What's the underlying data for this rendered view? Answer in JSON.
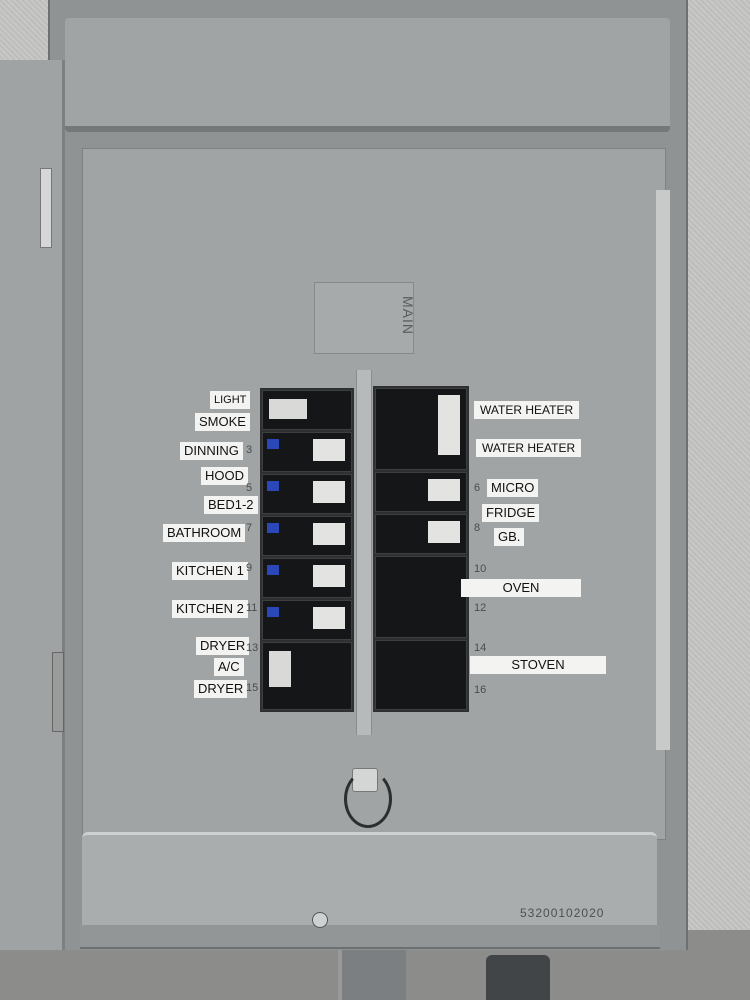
{
  "panel": {
    "main_text": "MAIN",
    "serial": "53200102020"
  },
  "left_labels": [
    {
      "text": "LIGHT",
      "num": ""
    },
    {
      "text": "SMOKE",
      "num": ""
    },
    {
      "text": "DINNING",
      "num": "3"
    },
    {
      "text": "HOOD",
      "num": ""
    },
    {
      "text": "BED1-2",
      "num": "5"
    },
    {
      "text": "BATHROOM",
      "num": "7"
    },
    {
      "text": "KITCHEN 1",
      "num": "9"
    },
    {
      "text": "KITCHEN 2",
      "num": "11"
    },
    {
      "text": "DRYER",
      "num": "13"
    },
    {
      "text": "A/C",
      "num": ""
    },
    {
      "text": "DRYER",
      "num": "15"
    }
  ],
  "right_labels": [
    {
      "text": "WATER HEATER",
      "num": ""
    },
    {
      "text": "WATER HEATER",
      "num": ""
    },
    {
      "text": "MICRO",
      "num": "6"
    },
    {
      "text": "FRIDGE",
      "num": ""
    },
    {
      "text": "GB.",
      "num": "8"
    },
    {
      "text": "OVEN",
      "num": "10"
    },
    {
      "text": "STOVEN",
      "num": "14"
    }
  ],
  "extra_nums": {
    "r12": "12",
    "r16": "16"
  }
}
